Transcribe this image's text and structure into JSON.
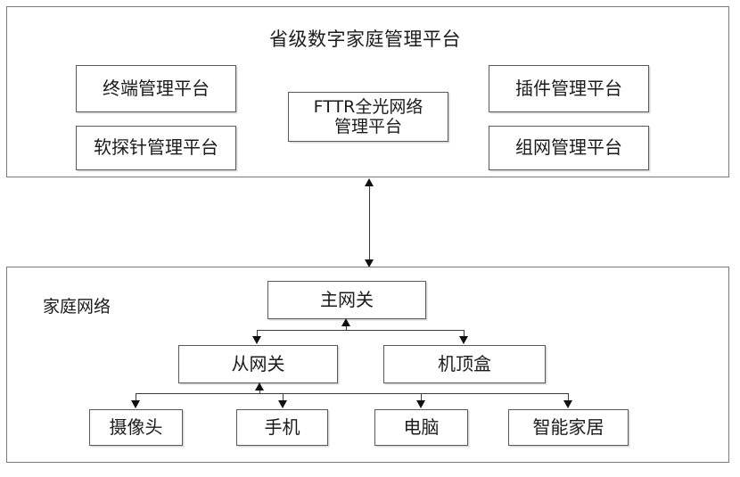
{
  "diagram": {
    "platform_section": {
      "title": "省级数字家庭管理平台",
      "boxes": {
        "terminal": "终端管理平台",
        "soft_probe": "软探针管理平台",
        "fttr": "FTTR全光网络\n管理平台",
        "plugin": "插件管理平台",
        "networking": "组网管理平台"
      }
    },
    "home_network_section": {
      "title": "家庭网络",
      "boxes": {
        "main_gateway": "主网关",
        "sub_gateway": "从网关",
        "set_top_box": "机顶盒",
        "camera": "摄像头",
        "phone": "手机",
        "computer": "电脑",
        "smart_home": "智能家居"
      }
    },
    "colors": {
      "container_border": "#7a7a7a",
      "node_border": "#595959",
      "connector": "#3a3a3a",
      "arrow_head": "#111111",
      "text": "#1b1b1b",
      "background": "#ffffff"
    }
  }
}
